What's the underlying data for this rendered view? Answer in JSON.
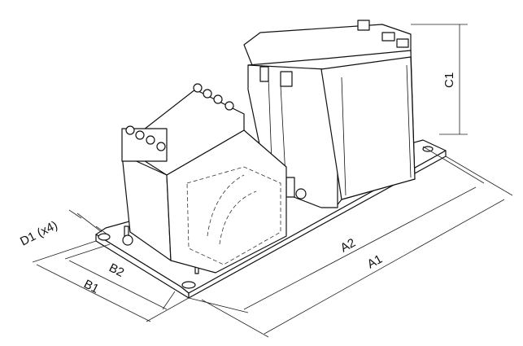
{
  "dimensions": {
    "a1": "A1",
    "a2": "A2",
    "b1": "B1",
    "b2": "B2",
    "c1": "C1",
    "d1": "D1 (x4)"
  }
}
